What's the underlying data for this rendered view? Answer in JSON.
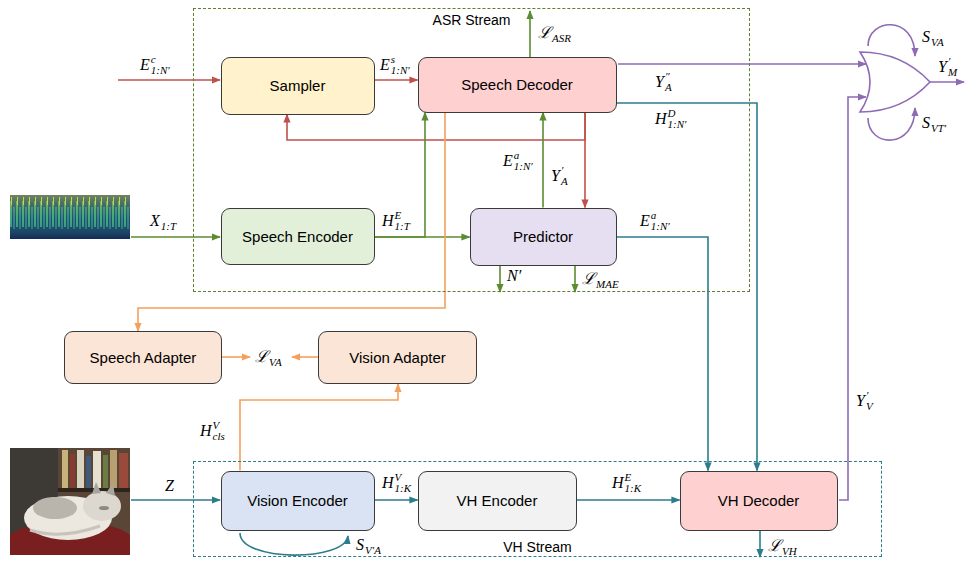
{
  "diagram": {
    "nodes": [
      {
        "text": [
          "ASR Stream"
        ]
      },
      {
        "text": [
          "Sampler"
        ],
        "in": 0
      },
      {
        "text": [
          "Speech Decoder"
        ],
        "in": 0
      },
      {
        "text": [
          "Speech Encoder"
        ],
        "in": 0
      },
      {
        "text": [
          "Predictor"
        ],
        "in": 0
      },
      {
        "text": [
          "Speech Adapter"
        ]
      },
      {
        "text": [
          "Vision Adapter"
        ]
      },
      {
        "text": [
          "VH Stream"
        ]
      },
      {
        "text": [
          "Vision Encoder"
        ],
        "in": 7
      },
      {
        "text": [
          "VH Encoder"
        ],
        "in": 7
      },
      {
        "text": [
          "VH Decoder"
        ],
        "in": 7
      }
    ],
    "edges": [
      {
        "from": 1,
        "to": 2,
        "arrow": "to"
      },
      {
        "from": 2,
        "to": 1,
        "arrow": "to"
      },
      {
        "from": 2,
        "to": 4,
        "arrow": "to"
      },
      {
        "from": 4,
        "to": 2,
        "arrow": "to"
      },
      {
        "from": 3,
        "to": 4,
        "arrow": "to"
      },
      {
        "from": 3,
        "to": 2,
        "arrow": "to"
      },
      {
        "from": 2,
        "to": 5,
        "arrow": "to"
      },
      {
        "from": 8,
        "to": 6,
        "arrow": "to"
      },
      {
        "from": 8,
        "to": 9,
        "arrow": "to"
      },
      {
        "from": 9,
        "to": 10,
        "arrow": "to"
      },
      {
        "from": 4,
        "to": 10,
        "arrow": "to"
      },
      {
        "from": 2,
        "to": 10,
        "arrow": "to"
      }
    ],
    "labels": [
      "Ec1:N′",
      "Es1:N′",
      "ℒASR",
      "Y″A",
      "HD1:N′",
      "Ea1:N′",
      "Y′A",
      "Ea1:N′",
      "N′",
      "ℒMAE",
      "X1:T",
      "HE1:T",
      "ℒVA",
      "HVcls",
      "Z",
      "HV1:K",
      "HE1:K",
      "ℒVH",
      "Y′V",
      "SVA",
      "SVT′",
      "Y′M",
      "SV′A"
    ]
  }
}
